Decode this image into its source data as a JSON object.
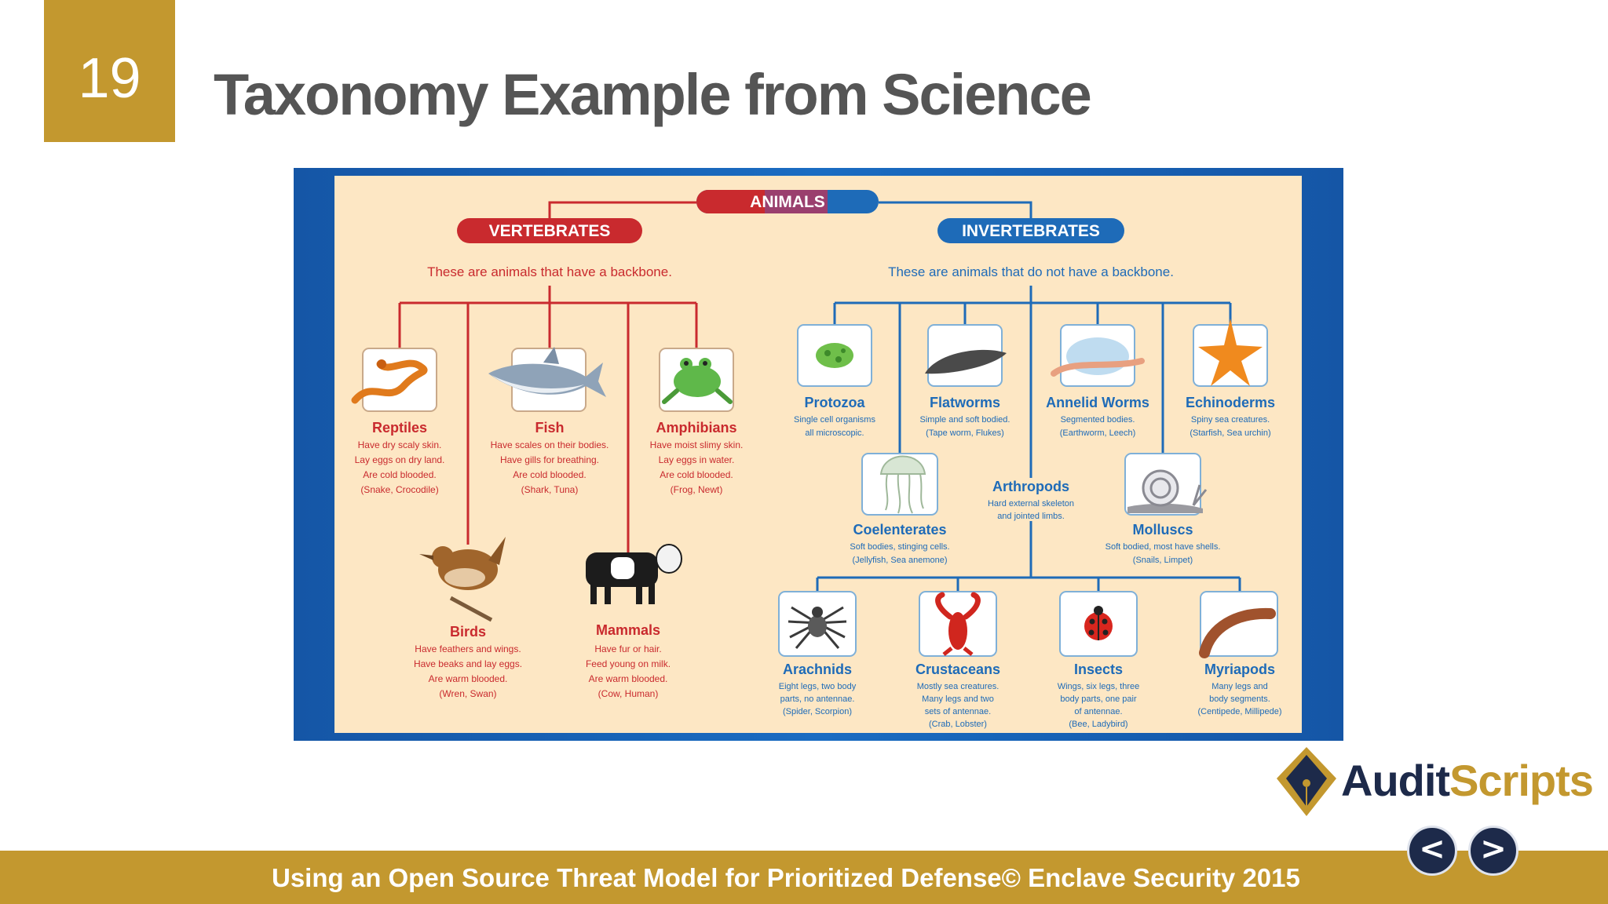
{
  "slide": {
    "number": "19",
    "title": "Taxonomy Example from Science"
  },
  "diagram": {
    "root": "ANIMALS",
    "vertebrates": {
      "label": "VERTEBRATES",
      "description": "These are animals that have a backbone.",
      "groups": [
        {
          "name": "Reptiles",
          "icon": "snake-icon",
          "lines": [
            "Have dry scaly skin.",
            "Lay eggs on dry land.",
            "Are cold blooded.",
            "(Snake, Crocodile)"
          ]
        },
        {
          "name": "Fish",
          "icon": "shark-icon",
          "lines": [
            "Have scales on their bodies.",
            "Have gills for breathing.",
            "Are cold blooded.",
            "(Shark, Tuna)"
          ]
        },
        {
          "name": "Amphibians",
          "icon": "frog-icon",
          "lines": [
            "Have moist slimy skin.",
            "Lay eggs in water.",
            "Are cold blooded.",
            "(Frog, Newt)"
          ]
        },
        {
          "name": "Birds",
          "icon": "wren-icon",
          "lines": [
            "Have feathers and wings.",
            "Have beaks and lay eggs.",
            "Are warm blooded.",
            "(Wren, Swan)"
          ]
        },
        {
          "name": "Mammals",
          "icon": "cow-icon",
          "lines": [
            "Have fur or hair.",
            "Feed young on milk.",
            "Are warm blooded.",
            "(Cow, Human)"
          ]
        }
      ]
    },
    "invertebrates": {
      "label": "INVERTEBRATES",
      "description": "These are animals that do not have a backbone.",
      "groups": [
        {
          "name": "Protozoa",
          "icon": "cell-icon",
          "lines": [
            "Single cell organisms",
            "all microscopic."
          ]
        },
        {
          "name": "Flatworms",
          "icon": "flatworm-icon",
          "lines": [
            "Simple and soft bodied.",
            "(Tape worm, Flukes)"
          ]
        },
        {
          "name": "Annelid Worms",
          "icon": "earthworm-icon",
          "lines": [
            "Segmented bodies.",
            "(Earthworm, Leech)"
          ]
        },
        {
          "name": "Echinoderms",
          "icon": "starfish-icon",
          "lines": [
            "Spiny sea creatures.",
            "(Starfish, Sea urchin)"
          ]
        },
        {
          "name": "Coelenterates",
          "icon": "jellyfish-icon",
          "lines": [
            "Soft bodies, stinging cells.",
            "(Jellyfish, Sea anemone)"
          ]
        },
        {
          "name": "Molluscs",
          "icon": "snail-icon",
          "lines": [
            "Soft bodied, most have shells.",
            "(Snails, Limpet)"
          ]
        }
      ],
      "arthropods": {
        "name": "Arthropods",
        "lines": [
          "Hard external skeleton",
          "and jointed limbs."
        ],
        "groups": [
          {
            "name": "Arachnids",
            "icon": "spider-icon",
            "lines": [
              "Eight legs, two body",
              "parts, no antennae.",
              "(Spider, Scorpion)"
            ]
          },
          {
            "name": "Crustaceans",
            "icon": "lobster-icon",
            "lines": [
              "Mostly sea creatures.",
              "Many legs and two",
              "sets of antennae.",
              "(Crab, Lobster)"
            ]
          },
          {
            "name": "Insects",
            "icon": "ladybird-icon",
            "lines": [
              "Wings, six legs, three",
              "body parts, one pair",
              "of antennae.",
              "(Bee, Ladybird)"
            ]
          },
          {
            "name": "Myriapods",
            "icon": "millipede-icon",
            "lines": [
              "Many legs and",
              "body segments.",
              "(Centipede, Millipede)"
            ]
          }
        ]
      }
    }
  },
  "logo": {
    "part1": "Audit",
    "part2": "Scripts"
  },
  "nav": {
    "prev_label": "<",
    "next_label": ">"
  },
  "footer": {
    "text": "Using an Open Source Threat Model for Prioritized Defense© Enclave Security 2015"
  },
  "colors": {
    "gold": "#c3982f",
    "vert_red": "#c92a2e",
    "invert_blue": "#1e6bb8",
    "panel": "#fde7c4"
  }
}
